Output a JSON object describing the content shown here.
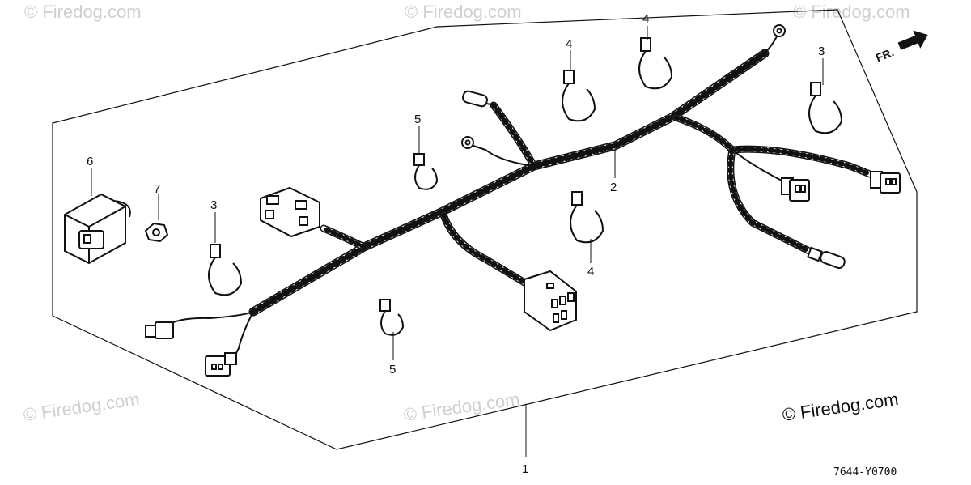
{
  "callouts": {
    "harness_assembly": "1",
    "main_harness": "2",
    "clip_left": "3",
    "clip_right": "3",
    "clip_top_left": "4",
    "clip_top_right": "4",
    "clip_center": "4",
    "clip_upper_mid": "5",
    "clip_lower_mid": "5",
    "relay_unit": "6",
    "nut": "7"
  },
  "direction_marker": "FR.",
  "diagram_code": "7644-Y0700",
  "watermark": {
    "main": "© Firedog.com",
    "faint": "© Firedog.com"
  },
  "colors": {
    "line": "#111111",
    "watermark": "#cfcfcf"
  }
}
